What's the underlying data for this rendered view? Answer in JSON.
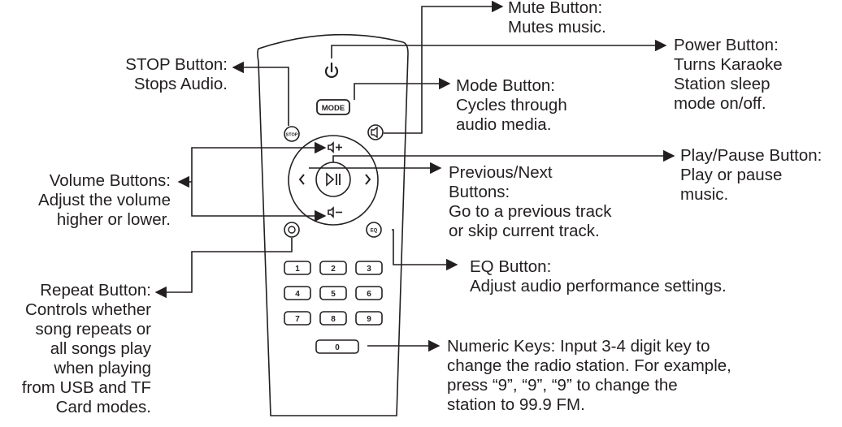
{
  "remote": {
    "mode_label": "MODE",
    "stop_label": "STOP",
    "eq_label": "EQ",
    "numeric_keys": [
      "1",
      "2",
      "3",
      "4",
      "5",
      "6",
      "7",
      "8",
      "9",
      "0"
    ]
  },
  "callouts": {
    "mute": [
      "Mute Button:",
      "Mutes music."
    ],
    "power": [
      "Power Button:",
      "Turns Karaoke",
      "Station sleep",
      "mode on/off."
    ],
    "stop": [
      "STOP Button:",
      "Stops Audio."
    ],
    "mode": [
      "Mode Button:",
      "Cycles through",
      "audio media."
    ],
    "play_pause": [
      "Play/Pause Button:",
      "Play or pause",
      "music."
    ],
    "volume": [
      "Volume Buttons:",
      "Adjust the volume",
      "higher or lower."
    ],
    "prev_next": [
      "Previous/Next",
      "Buttons:",
      "Go to a previous track",
      "or skip current track."
    ],
    "eq": [
      "EQ Button:",
      "Adjust audio performance settings."
    ],
    "repeat": [
      "Repeat Button:",
      "Controls whether",
      "song repeats or",
      "all songs play",
      "when playing",
      "from USB and TF",
      "Card modes."
    ],
    "numeric": [
      "Numeric Keys: Input 3-4 digit key to",
      "change the radio station. For example,",
      "press “9”, “9”, “9” to change the",
      "station to 99.9 FM."
    ]
  },
  "colors": {
    "ink": "#231f20",
    "background": "#ffffff"
  }
}
